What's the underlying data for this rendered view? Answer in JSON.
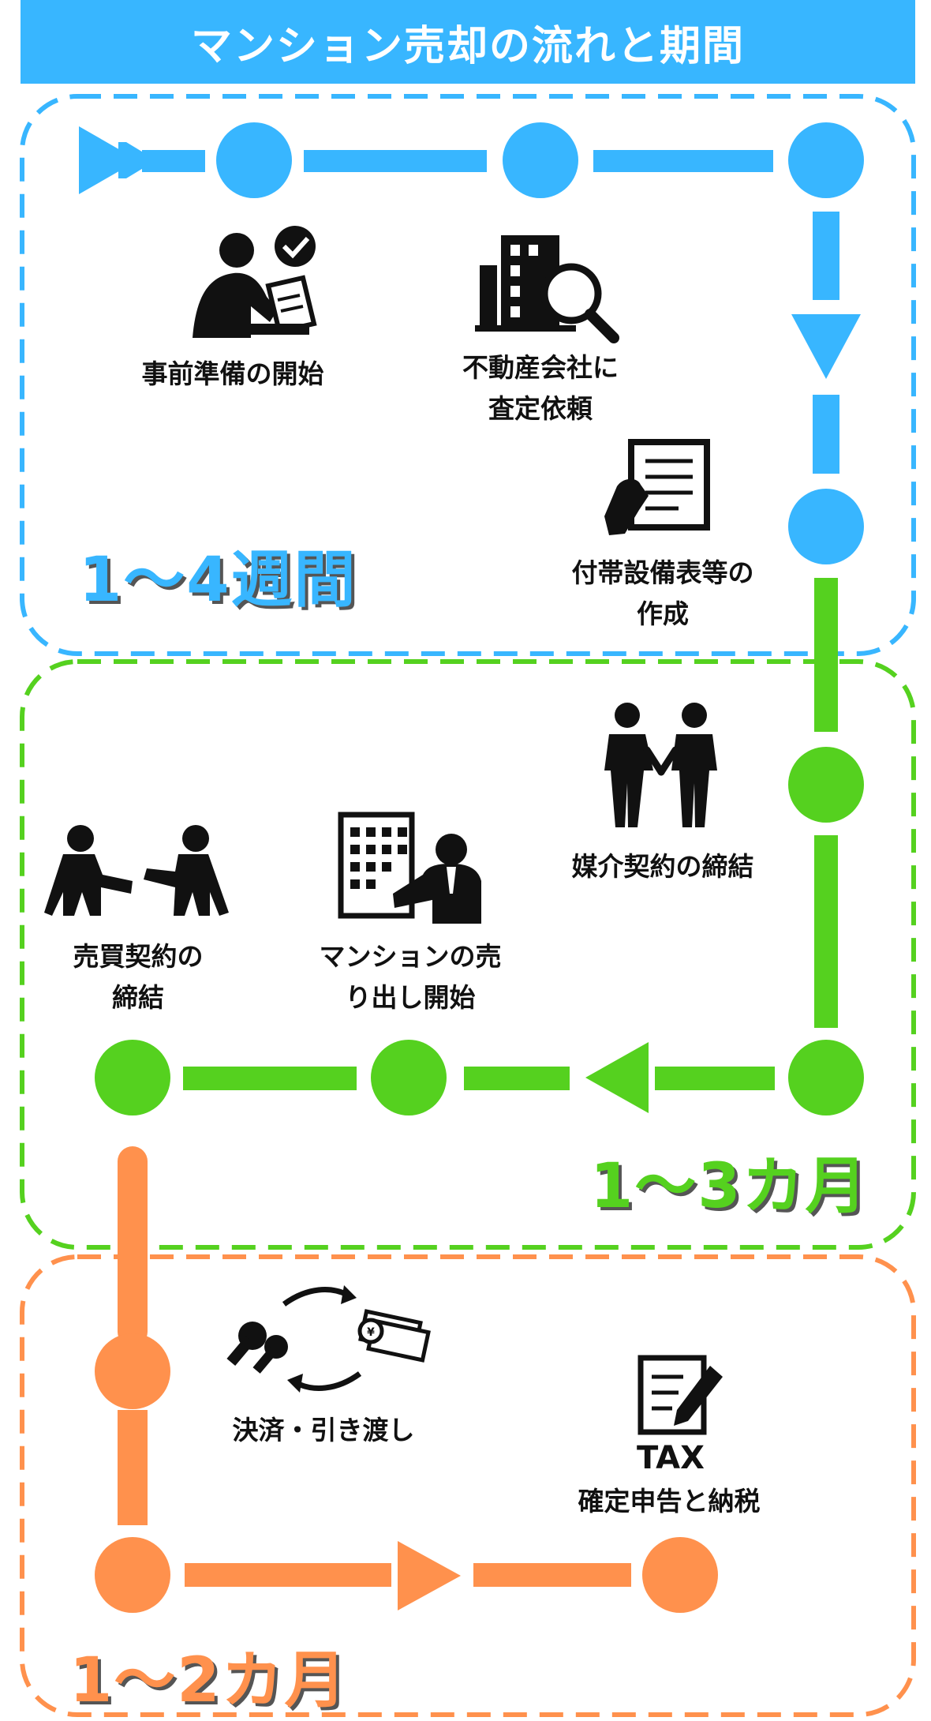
{
  "title": "マンション売却の流れと期間",
  "colors": {
    "phase1": "#38b6ff",
    "phase2": "#55d11f",
    "phase3": "#ff914d",
    "title_bg": "#38b6ff",
    "icon": "#111111"
  },
  "phases": [
    {
      "duration": "1〜4週間",
      "steps": [
        {
          "label": "事前準備の開始",
          "icon": "person-checklist-icon"
        },
        {
          "label": "不動産会社に\n査定依頼",
          "icon": "building-magnifier-icon"
        },
        {
          "label": "付帯設備表等の\n作成",
          "icon": "document-hand-icon"
        }
      ]
    },
    {
      "duration": "1〜3カ月",
      "steps": [
        {
          "label": "媒介契約の締結",
          "icon": "handshake-icon"
        },
        {
          "label": "マンションの売\nり出し開始",
          "icon": "building-agent-icon"
        },
        {
          "label": "売買契約の\n締結",
          "icon": "two-people-talking-icon"
        }
      ]
    },
    {
      "duration": "1〜2カ月",
      "steps": [
        {
          "label": "決済・引き渡し",
          "icon": "key-money-exchange-icon"
        },
        {
          "label": "確定申告と納税",
          "icon": "tax-form-icon"
        }
      ],
      "tax_text": "TAX"
    }
  ]
}
